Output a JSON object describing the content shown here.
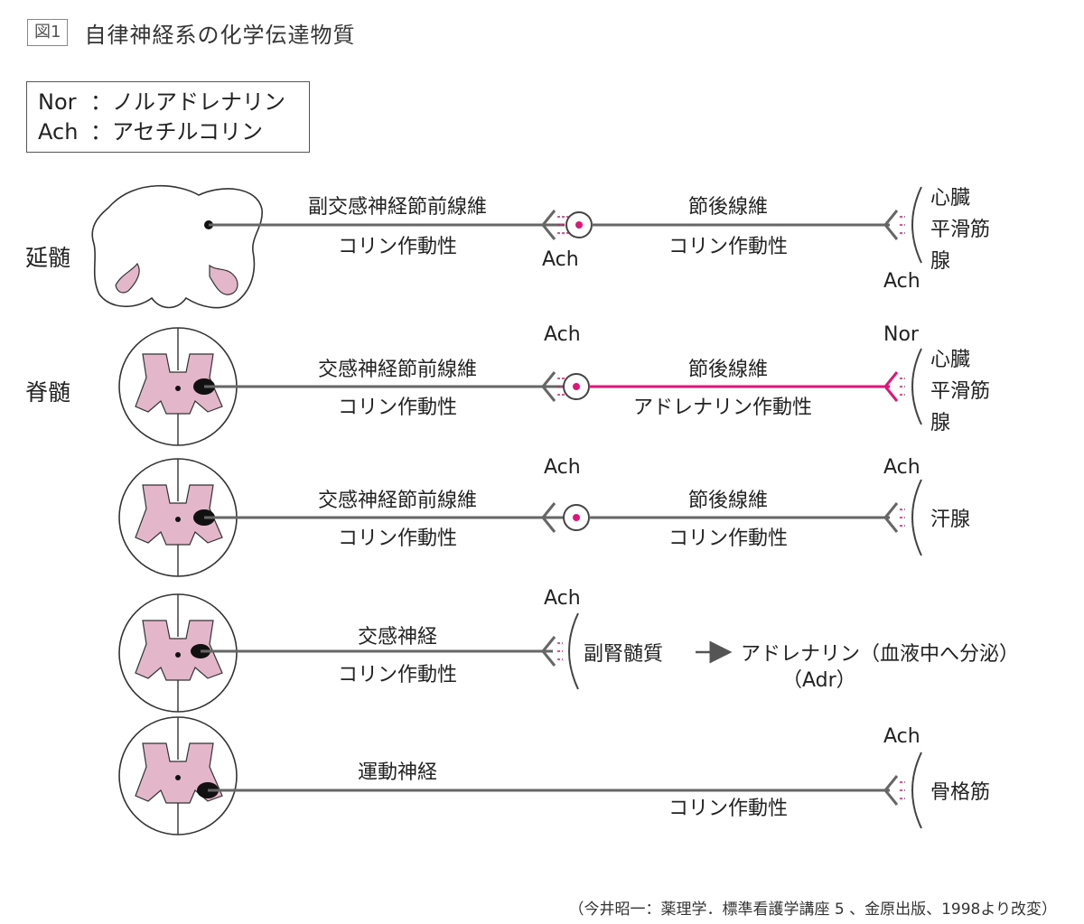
{
  "header": {
    "fig_label": "図1",
    "title": "自律神経系の化学伝達物質"
  },
  "legend": {
    "items": [
      {
        "abbr": "Nor",
        "sep": "：",
        "name": "ノルアドレナリン"
      },
      {
        "abbr": "Ach",
        "sep": "：",
        "name": "アセチルコリン"
      }
    ]
  },
  "rows": [
    {
      "origin": "延髄",
      "pre_fiber": "副交感神経節前線維",
      "pre_type": "コリン作動性",
      "ganglion_nt": "Ach",
      "post_fiber": "節後線維",
      "post_type": "コリン作動性",
      "target_nt": "Ach",
      "target": [
        "心臓",
        "平滑筋",
        "腺"
      ]
    },
    {
      "origin": "脊髄",
      "pre_fiber": "交感神経節前線維",
      "pre_type": "コリン作動性",
      "ganglion_nt": "Ach",
      "post_fiber": "節後線維",
      "post_type": "アドレナリン作動性",
      "target_nt": "Nor",
      "target": [
        "心臓",
        "平滑筋",
        "腺"
      ]
    },
    {
      "pre_fiber": "交感神経節前線維",
      "pre_type": "コリン作動性",
      "ganglion_nt": "Ach",
      "post_fiber": "節後線維",
      "post_type": "コリン作動性",
      "target_nt": "Ach",
      "target": [
        "汗腺"
      ]
    },
    {
      "pre_fiber": "交感神経",
      "pre_type": "コリン作動性",
      "ganglion_nt": "Ach",
      "target": [
        "副腎髄質"
      ],
      "result": "アドレナリン（血液中へ分泌）",
      "result_abbr": "（Adr）"
    },
    {
      "pre_fiber": "運動神経",
      "pre_type": "コリン作動性",
      "target_nt": "Ach",
      "target": [
        "骨格筋"
      ]
    }
  ],
  "colors": {
    "line": "#666666",
    "accent": "#e0157a",
    "tissue": "#e3b6c9",
    "outline": "#333333"
  },
  "footer": "（今井昭一：薬理学．標準看護学講座 5 、金原出版、1998より改変）"
}
